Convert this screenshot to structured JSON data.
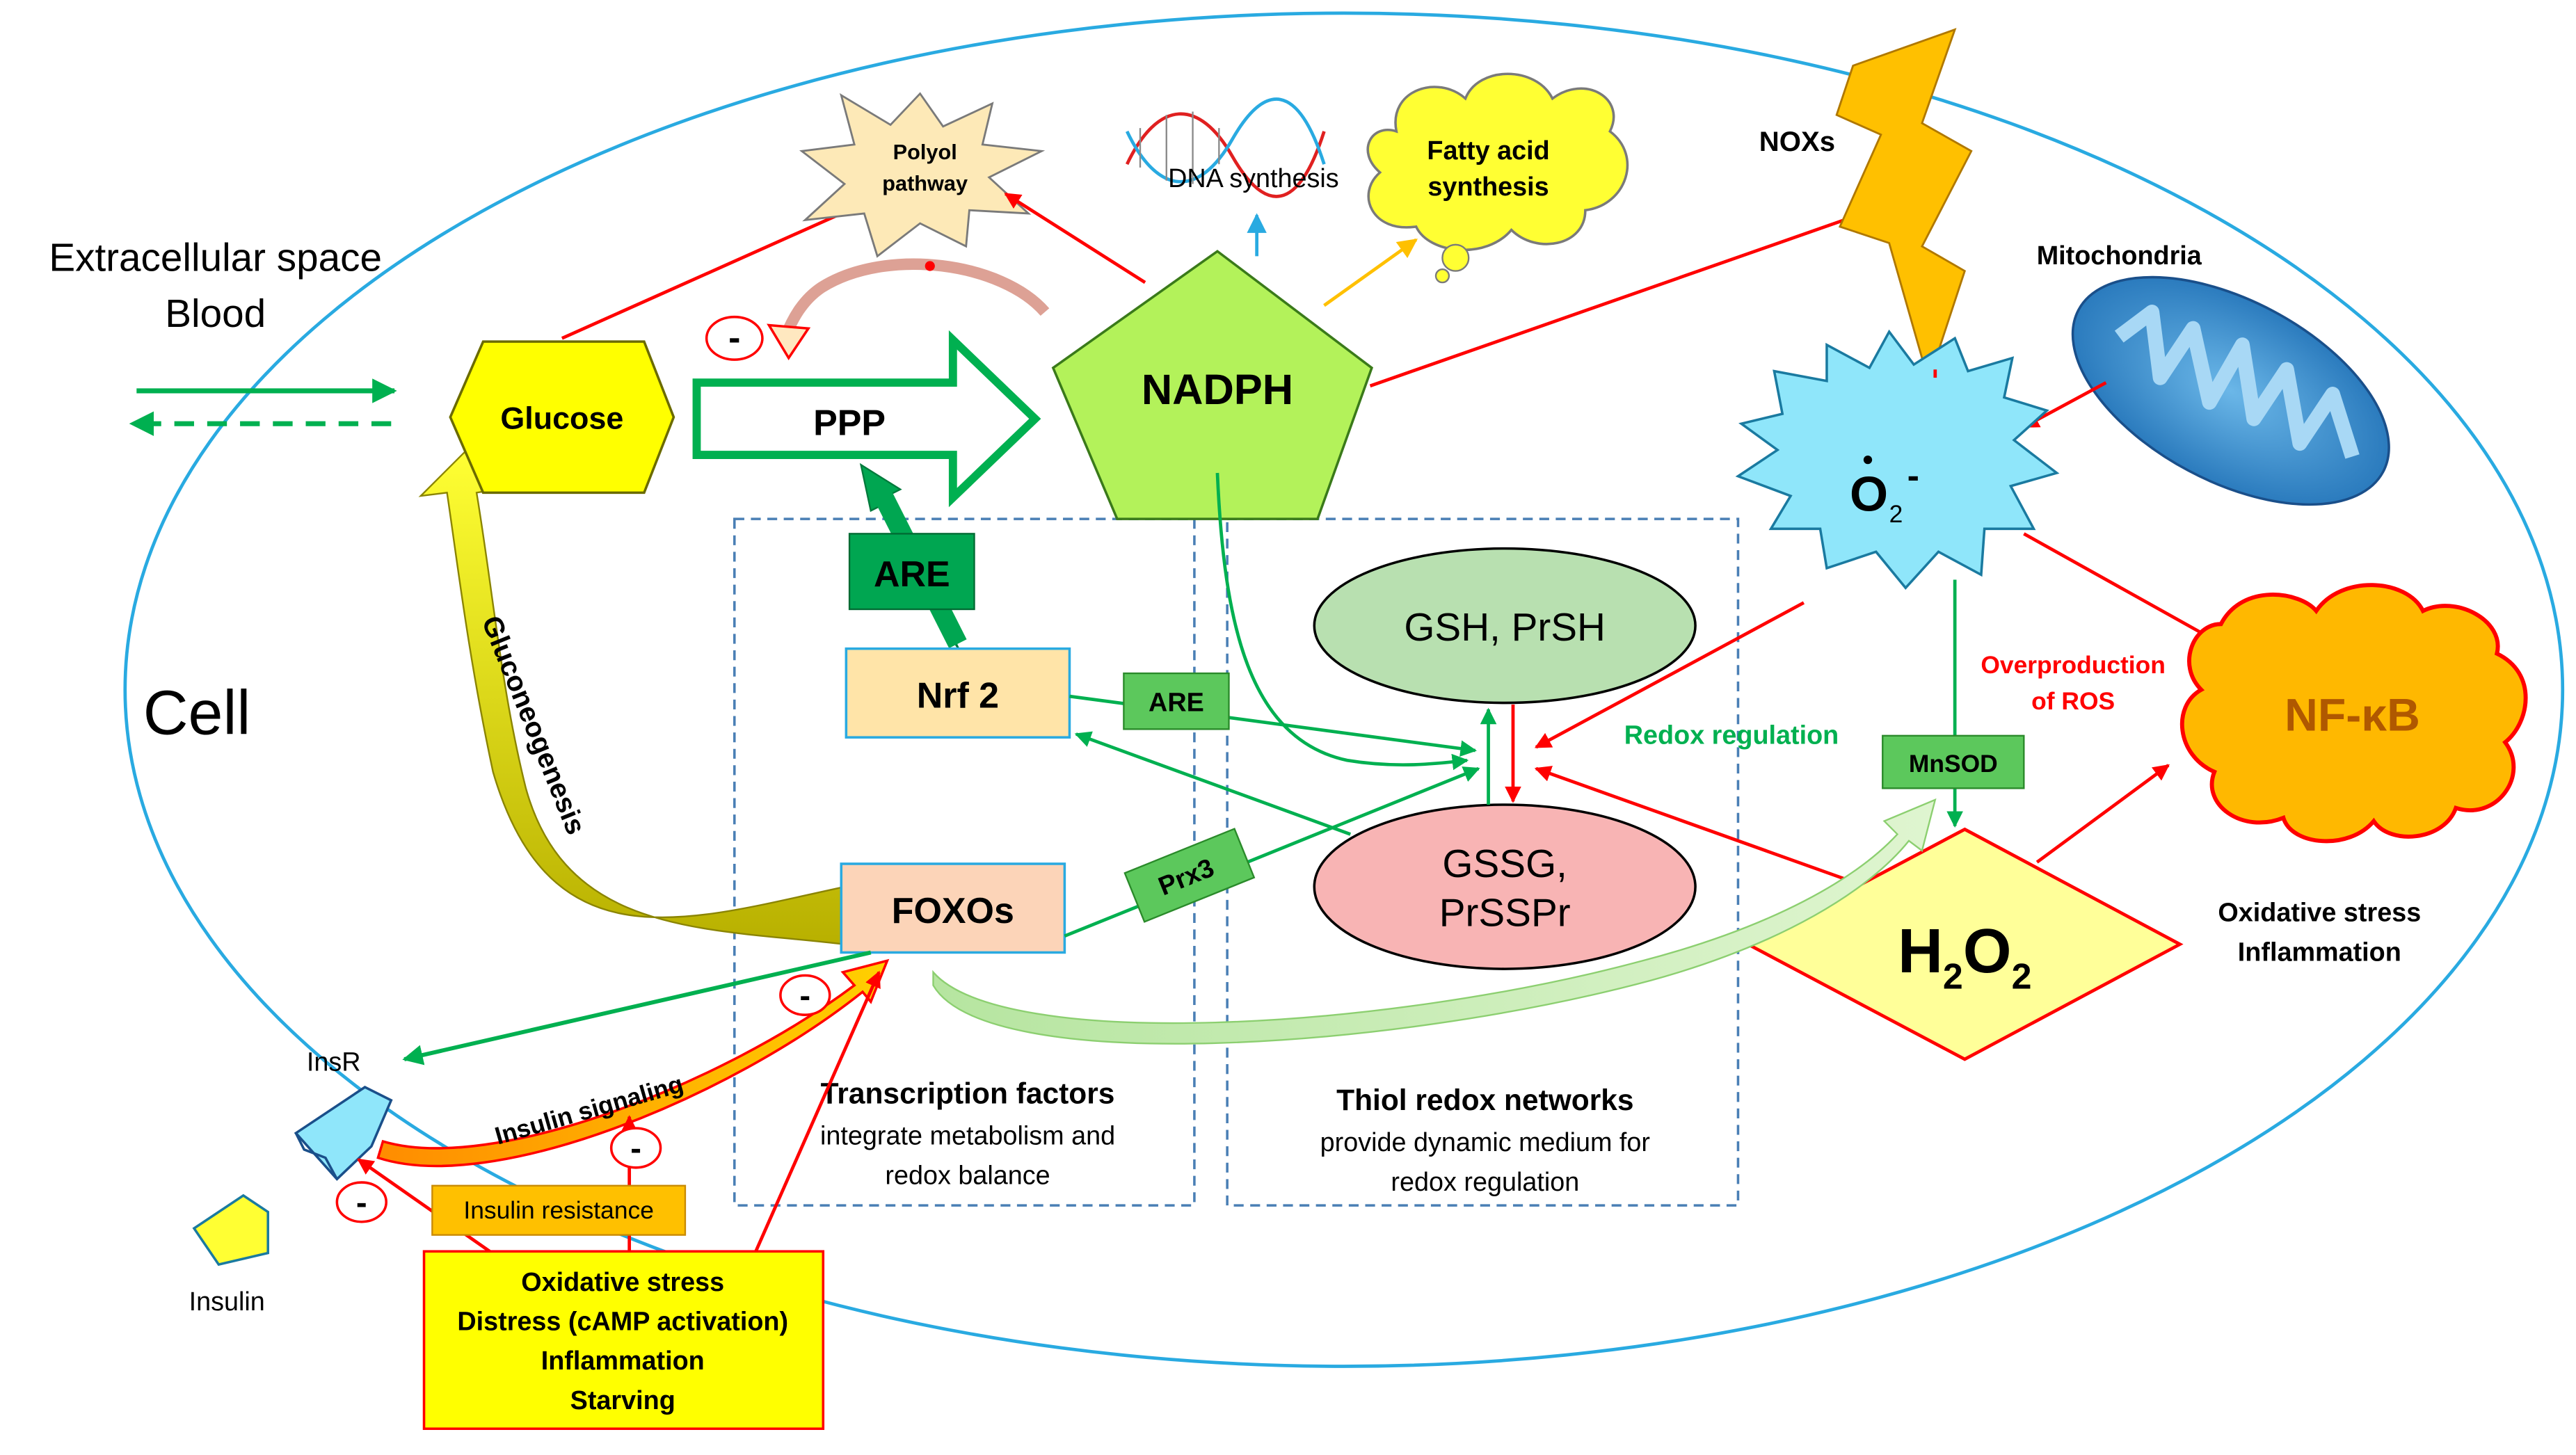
{
  "regions": {
    "extracellular_line1": "Extracellular space",
    "extracellular_line2": "Blood",
    "cell": "Cell"
  },
  "nodes": {
    "glucose": "Glucose",
    "ppp": "PPP",
    "nadph": "NADPH",
    "polyol_line1": "Polyol",
    "polyol_line2": "pathway",
    "dna_synthesis": "DNA synthesis",
    "fatty_acid_line1": "Fatty acid",
    "fatty_acid_line2": "synthesis",
    "noxs": "NOXs",
    "mitochondria": "Mitochondria",
    "superoxide": "O",
    "superoxide_sub": "2",
    "superoxide_sup": "-",
    "nfkb": "NF-κB",
    "h2o2_h": "H",
    "h2o2_2a": "2",
    "h2o2_o": "O",
    "h2o2_2b": "2",
    "gsh": "GSH, PrSH",
    "gssg_line1": "GSSG,",
    "gssg_line2": "PrSSPr",
    "nrf2": "Nrf 2",
    "foxos": "FOXOs",
    "are_top": "ARE",
    "are_mid": "ARE",
    "prx3": "Prx3",
    "mnsod": "MnSOD",
    "insr": "InsR",
    "insulin": "Insulin",
    "insulin_resistance": "Insulin resistance"
  },
  "labels": {
    "gluconeogenesis": "Gluconeogenesis",
    "insulin_signaling": "Insulin signaling",
    "redox_regulation": "Redox regulation",
    "overproduction_line1": "Overproduction",
    "overproduction_line2": "of ROS",
    "oxidative_inflammation_line1": "Oxidative stress",
    "oxidative_inflammation_line2": "Inflammation",
    "minus": "-"
  },
  "panels": {
    "transcription_title": "Transcription factors",
    "transcription_line1": "integrate metabolism and",
    "transcription_line2": "redox balance",
    "thiol_title": "Thiol redox networks",
    "thiol_line1": "provide dynamic medium for",
    "thiol_line2": "redox regulation"
  },
  "stress_box": {
    "line1": "Oxidative stress",
    "line2": "Distress (cAMP activation)",
    "line3": "Inflammation",
    "line4": "Starving"
  },
  "colors": {
    "activation": "#00b050",
    "inhibition": "#ff0000",
    "cell_border": "#29aae1",
    "glucose_fill": "#ffff00",
    "nadph_fill": "#b3f25a",
    "superoxide_fill": "#8fe6fa",
    "nfkb_fill": "#ffb800",
    "h2o2_fill": "#ffff99",
    "gsh_fill": "#b8e0b0",
    "gssg_fill": "#f8b4b4",
    "nrf2_fill": "#ffe4a8",
    "foxos_fill": "#fcd4b8",
    "are_fill": "#00a651",
    "stress_fill": "#ffff00",
    "insulin_resistance_fill": "#ffc000"
  }
}
